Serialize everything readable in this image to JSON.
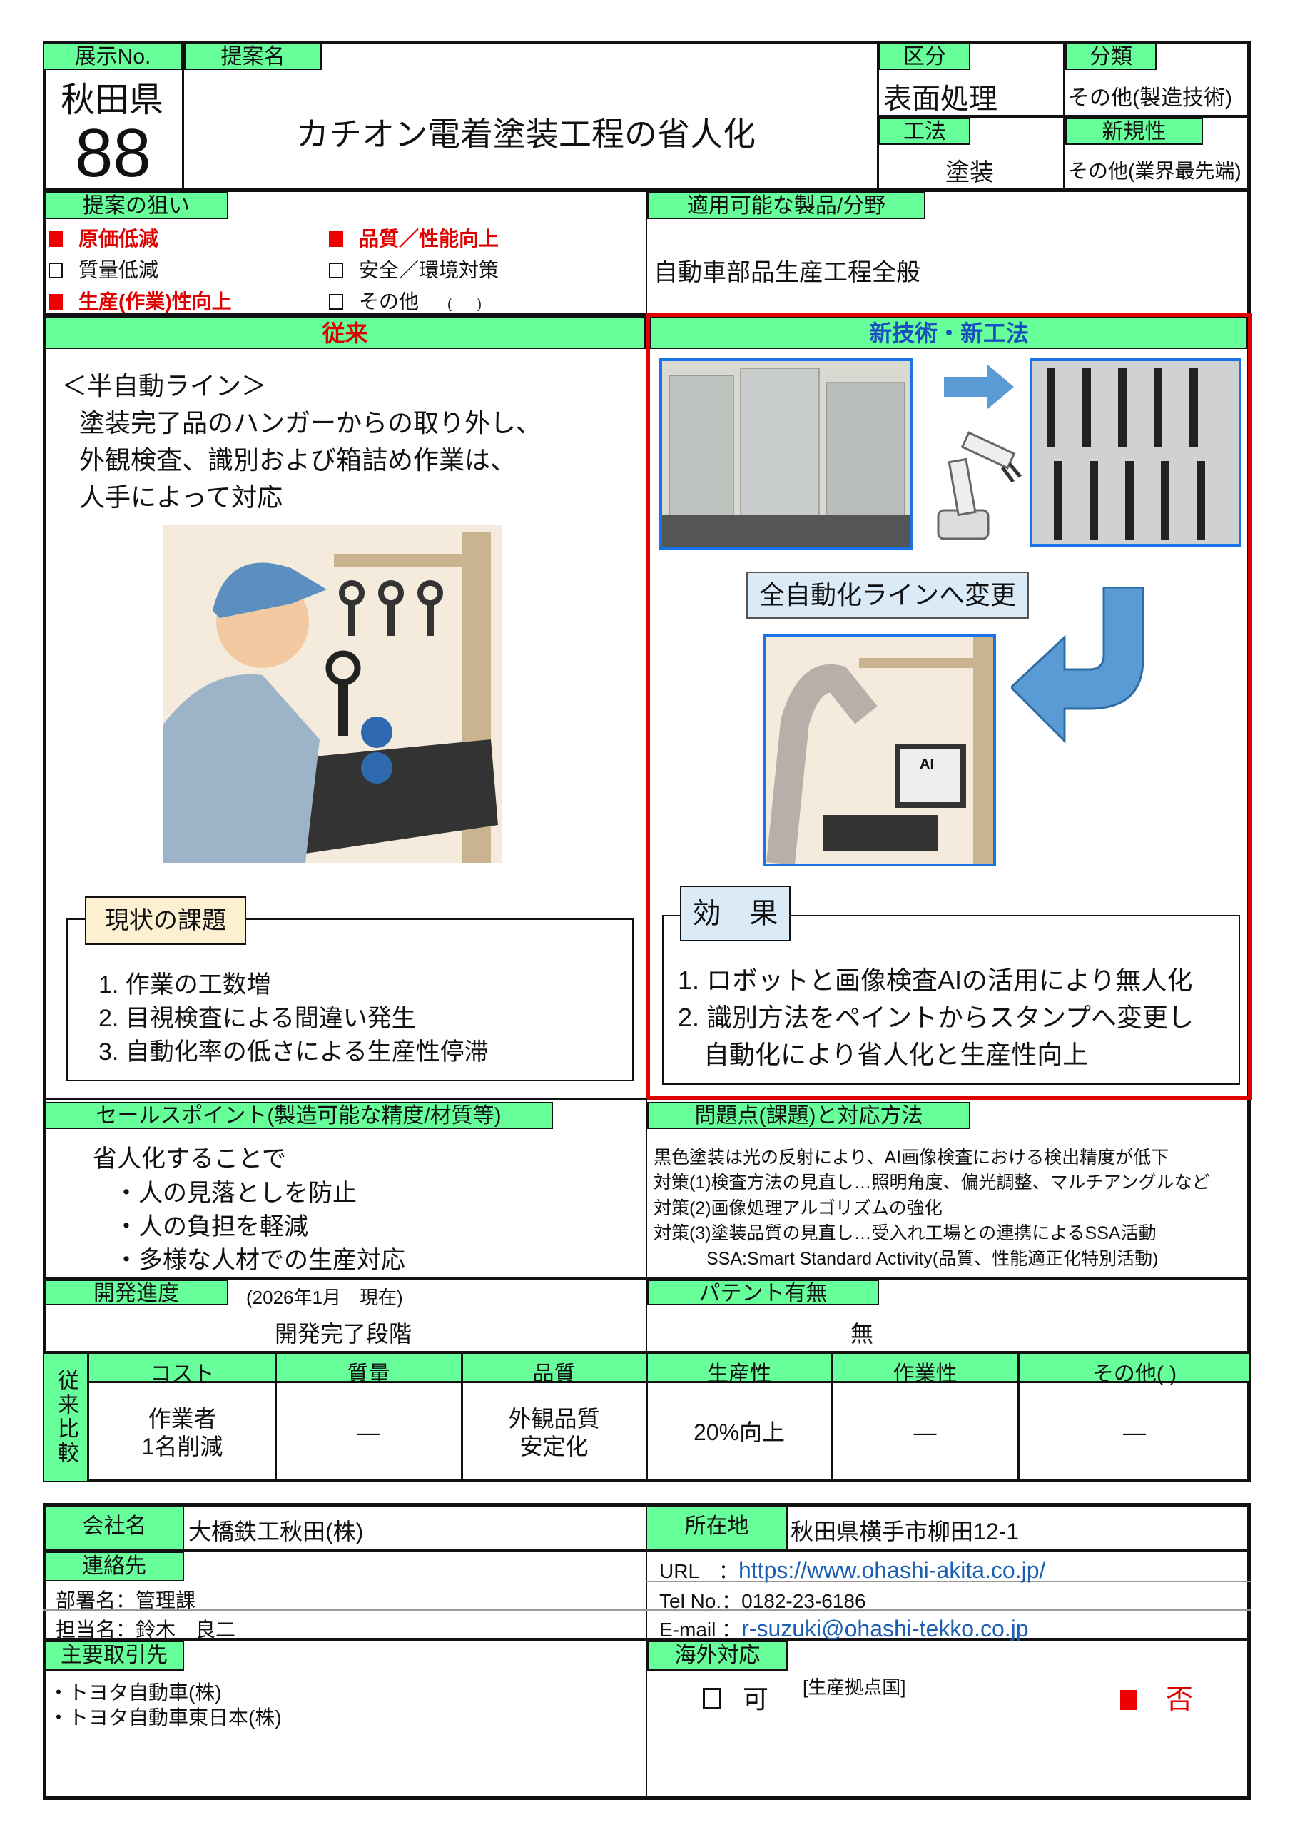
{
  "header": {
    "exhibit_no_label": "展示No.",
    "prefecture": "秋田県",
    "exhibit_no": "88",
    "proposal_name_label": "提案名",
    "proposal_name": "カチオン電着塗装工程の省人化",
    "category_label": "区分",
    "category": "表面処理",
    "classification_label": "分類",
    "classification": "その他(製造技術)",
    "method_label": "工法",
    "method": "塗装",
    "novelty_label": "新規性",
    "novelty": "その他(業界最先端)"
  },
  "aims": {
    "label": "提案の狙い",
    "items": [
      {
        "text": "原価低減",
        "checked": true
      },
      {
        "text": "品質／性能向上",
        "checked": true
      },
      {
        "text": "質量低減",
        "checked": false
      },
      {
        "text": "安全／環境対策",
        "checked": false
      },
      {
        "text": "生産(作業)性向上",
        "checked": true
      },
      {
        "text": "その他",
        "checked": false
      }
    ],
    "other_paren": "(　　)"
  },
  "applicable": {
    "label": "適用可能な製品/分野",
    "text": "自動車部品生産工程全般"
  },
  "conventional": {
    "label": "従来",
    "heading": "＜半自動ライン＞",
    "lines": [
      "塗装完了品のハンガーからの取り外し、",
      "外観検査、識別および箱詰め作業は、",
      "人手によって対応"
    ],
    "issues_label": "現状の課題",
    "issues": [
      "1. 作業の工数増",
      "2. 目視検査による間違い発生",
      "3. 自動化率の低さによる生産性停滞"
    ]
  },
  "new_tech": {
    "label": "新技術・新工法",
    "change_label": "全自動化ラインへ変更",
    "ai_label": "AI",
    "effects_label": "効　果",
    "effects": [
      "1. ロボットと画像検査AIの活用により無人化",
      "2. 識別方法をペイントからスタンプへ変更し",
      "　自動化により省人化と生産性向上"
    ]
  },
  "sales": {
    "label": "セールスポイント(製造可能な精度/材質等)",
    "lines": [
      "省人化することで",
      "・人の見落としを防止",
      "・人の負担を軽減",
      "・多様な人材での生産対応"
    ]
  },
  "problems": {
    "label": "問題点(課題)と対応方法",
    "lines": [
      "黒色塗装は光の反射により、AI画像検査における検出精度が低下",
      "対策(1)検査方法の見直し…照明角度、偏光調整、マルチアングルなど",
      "対策(2)画像処理アルゴリズムの強化",
      "対策(3)塗装品質の見直し…受入れ工場との連携によるSSA活動",
      "SSA:Smart Standard Activity(品質、性能適正化特別活動)"
    ]
  },
  "progress": {
    "label": "開発進度",
    "as_of": "(2026年1月　現在)",
    "status": "開発完了段階"
  },
  "patent": {
    "label": "パテント有無",
    "value": "無"
  },
  "comparison": {
    "side_label": "従来比較",
    "headers": [
      "コスト",
      "質量",
      "品質",
      "生産性",
      "作業性",
      "その他( )"
    ],
    "values": [
      "作業者\n1名削減",
      "―",
      "外観品質\n安定化",
      "20%向上",
      "―",
      "―"
    ]
  },
  "company": {
    "name_label": "会社名",
    "name": "大橋鉄工秋田(株)",
    "address_label": "所在地",
    "address": "秋田県横手市柳田12-1",
    "contact_label": "連絡先",
    "dept": "部署名：管理課",
    "person": "担当名：鈴木　良二",
    "url_label": "URL　：",
    "url": "https://www.ohashi-akita.co.jp/",
    "tel": "Tel No.：0182-23-6186",
    "email_label": "E-mail ：",
    "email": "r-suzuki@ohashi-tekko.co.jp",
    "clients_label": "主要取引先",
    "clients": [
      "・トヨタ自動車(株)",
      "・トヨタ自動車東日本(株)"
    ],
    "overseas_label": "海外対応",
    "overseas_yes": "可",
    "overseas_no": "否",
    "overseas_base": "[生産拠点国]"
  },
  "colors": {
    "green": "#66ff99",
    "red": "#e00000",
    "blue": "#1a73e8"
  }
}
